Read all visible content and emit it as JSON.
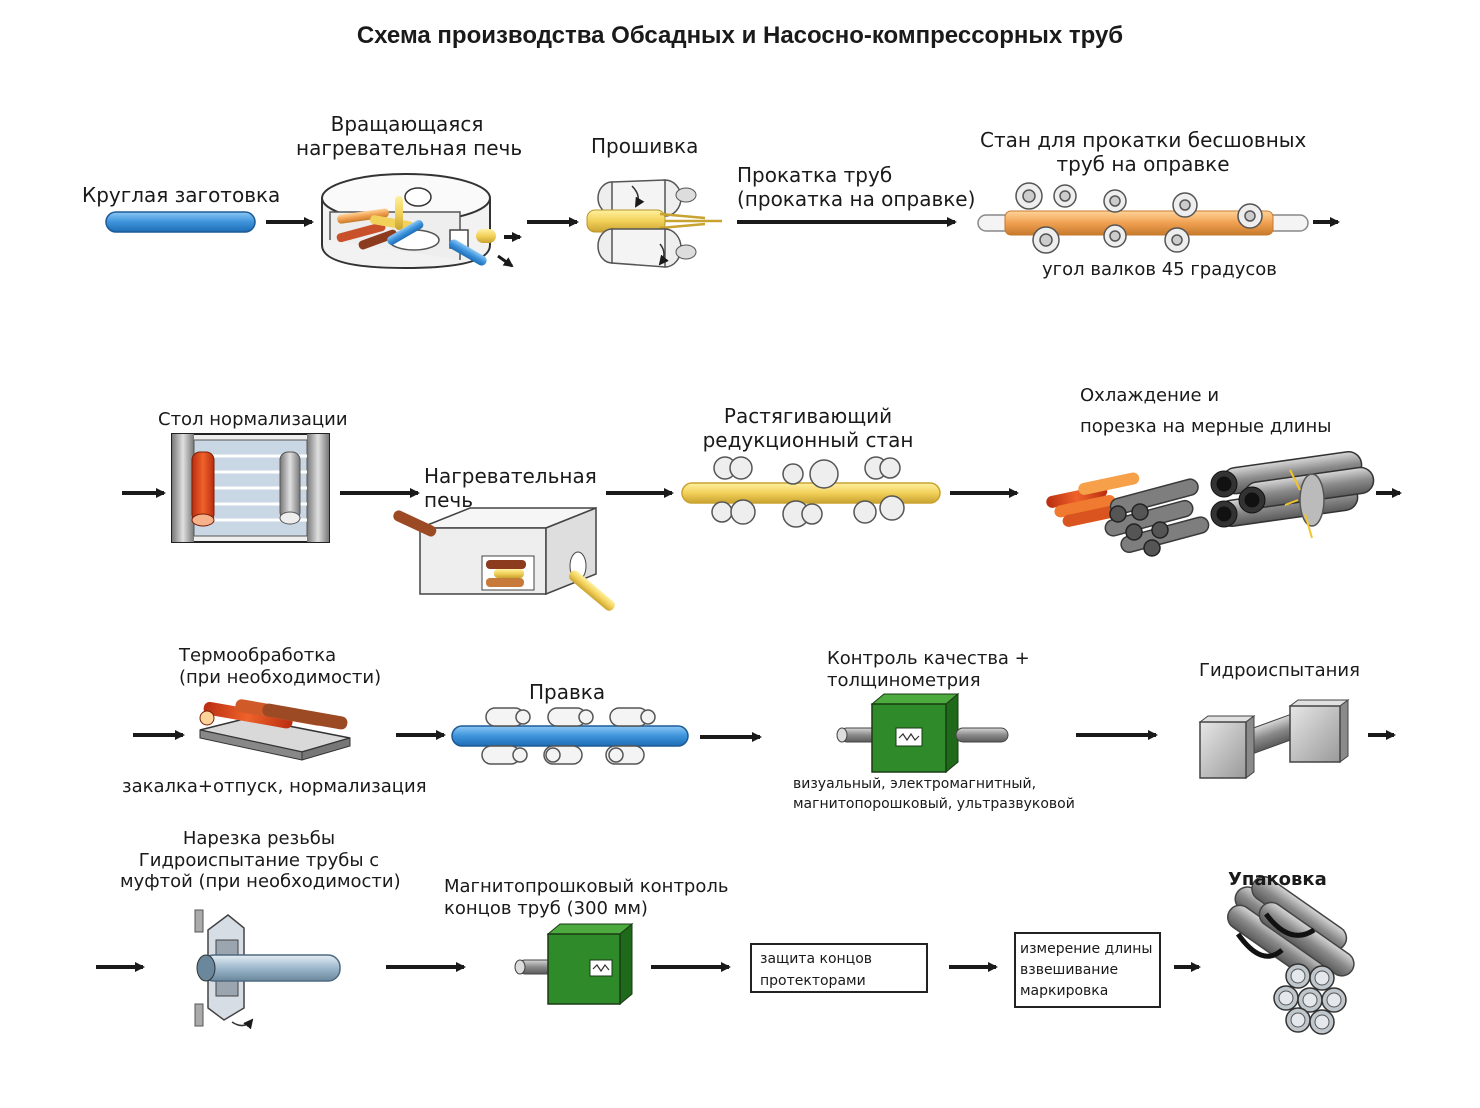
{
  "title": "Схема производства Обсадных и Насосно-компрессорных труб",
  "row1": {
    "billet": "Круглая заготовка",
    "rotary_furnace": [
      "Вращающаяся",
      "нагревательная печь"
    ],
    "piercing": "Прошивка",
    "rolling": [
      "Прокатка труб",
      "(прокатка на оправке)"
    ],
    "mill": [
      "Стан для прокатки бесшовных",
      "труб на оправке"
    ],
    "roll_angle": "угол валков 45 градусов"
  },
  "row2": {
    "normalization_table": "Стол нормализации",
    "heating_furnace": [
      "Нагревательная",
      "печь"
    ],
    "stretch_mill": [
      "Растягивающий",
      "редукционный стан"
    ],
    "cooling": [
      "Охлаждение и",
      "порезка на мерные длины"
    ]
  },
  "row3": {
    "heat_treatment": [
      "Термообработка",
      "(при необходимости)"
    ],
    "heat_treatment_note": "закалка+отпуск, нормализация",
    "straightening": "Правка",
    "quality_control": [
      "Контроль качества +",
      "толщинометрия"
    ],
    "qc_methods": [
      "визуальный, электромагнитный,",
      "магнитопорошковый, ультразвуковой"
    ],
    "hydro_test": "Гидроиспытания"
  },
  "row4": {
    "threading": [
      "Нарезка резьбы",
      "Гидроиспытание трубы с",
      "муфтой (при необходимости)"
    ],
    "magnetic_control": [
      "Магнитопрошковый контроль",
      "концов труб (300 мм)"
    ],
    "protectors": [
      "защита концов",
      "протекторами"
    ],
    "measure": [
      "измерение длины",
      "взвешивание",
      "маркировка"
    ],
    "packing": "Упаковка"
  },
  "colors": {
    "arrow": "#1a1a1a",
    "billet_blue": "#4a9fe0",
    "hot_orange": "#f0a050",
    "pipe_yellow": "#f2d15a",
    "qc_green": "#2f8a2a",
    "steel_gray": "#9a9a9a"
  }
}
